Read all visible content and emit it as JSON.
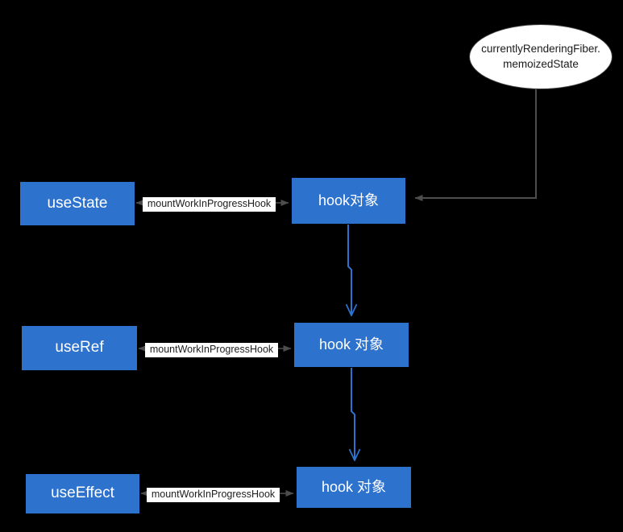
{
  "diagram": {
    "background_color": "#000000",
    "node_fill": "#2d72cd",
    "node_text_color": "#ffffff",
    "blue_edge_color": "#2d72cd",
    "gray_edge_color": "#4d4d4d",
    "ellipse_fill": "#ffffff",
    "hooks": [
      {
        "id": "useState",
        "label": "useState"
      },
      {
        "id": "useRef",
        "label": "useRef"
      },
      {
        "id": "useEffect",
        "label": "useEffect"
      }
    ],
    "hook_objects": [
      {
        "id": "hook-object-1",
        "label": "hook对象"
      },
      {
        "id": "hook-object-2",
        "label": "hook 对象"
      },
      {
        "id": "hook-object-3",
        "label": "hook 对象"
      }
    ],
    "edge_labels": [
      {
        "id": "edge-label-1",
        "label": "mountWorkInProgressHook"
      },
      {
        "id": "edge-label-2",
        "label": "mountWorkInProgressHook"
      },
      {
        "id": "edge-label-3",
        "label": "mountWorkInProgressHook"
      }
    ],
    "ellipse": {
      "id": "currently-rendering-fiber",
      "line1": "currentlyRenderingFiber.",
      "line2": "memoizedState"
    }
  }
}
